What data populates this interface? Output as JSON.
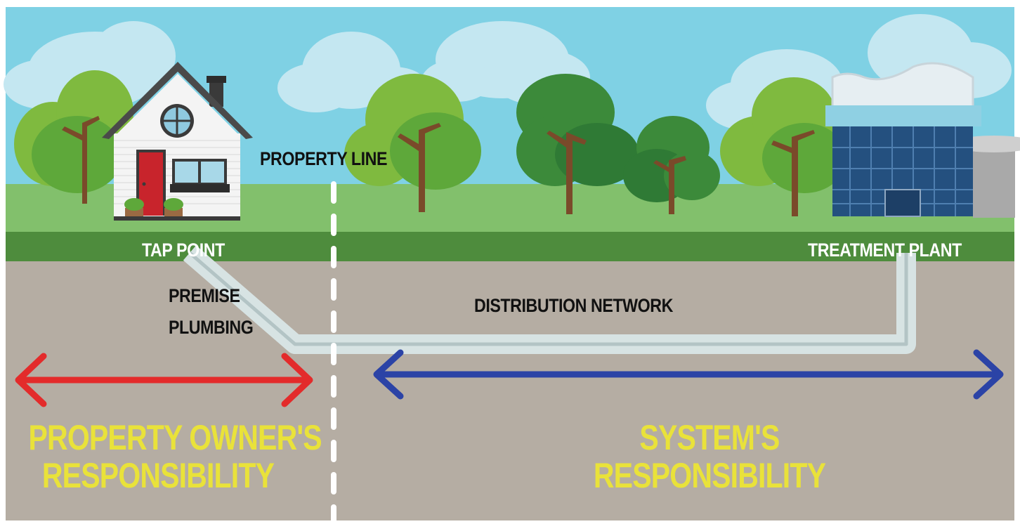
{
  "labels": {
    "property_line": "PROPERTY LINE",
    "tap_point": "TAP POINT",
    "treatment_plant": "TREATMENT PLANT",
    "premise_plumbing_1": "PREMISE",
    "premise_plumbing_2": "PLUMBING",
    "distribution_network": "DISTRIBUTION NETWORK",
    "owner_resp_1": "PROPERTY OWNER'S",
    "owner_resp_2": "RESPONSIBILITY",
    "system_resp_1": "SYSTEM'S",
    "system_resp_2": "RESPONSIBILITY"
  },
  "colors": {
    "sky": "#7fd1e4",
    "cloud": "#c4e7f1",
    "grass": "#82c06c",
    "grass_strip": "#4e8c3d",
    "ground": "#b5ada3",
    "pipe": "#d7e3e3",
    "owner_arrow": "#e32b2b",
    "system_arrow": "#2b43a6",
    "responsibility_text": "#e9e23a"
  },
  "icons": [
    "house-icon",
    "tree-icon",
    "treatment-plant-icon",
    "cloud-icon",
    "double-arrow-icon"
  ]
}
